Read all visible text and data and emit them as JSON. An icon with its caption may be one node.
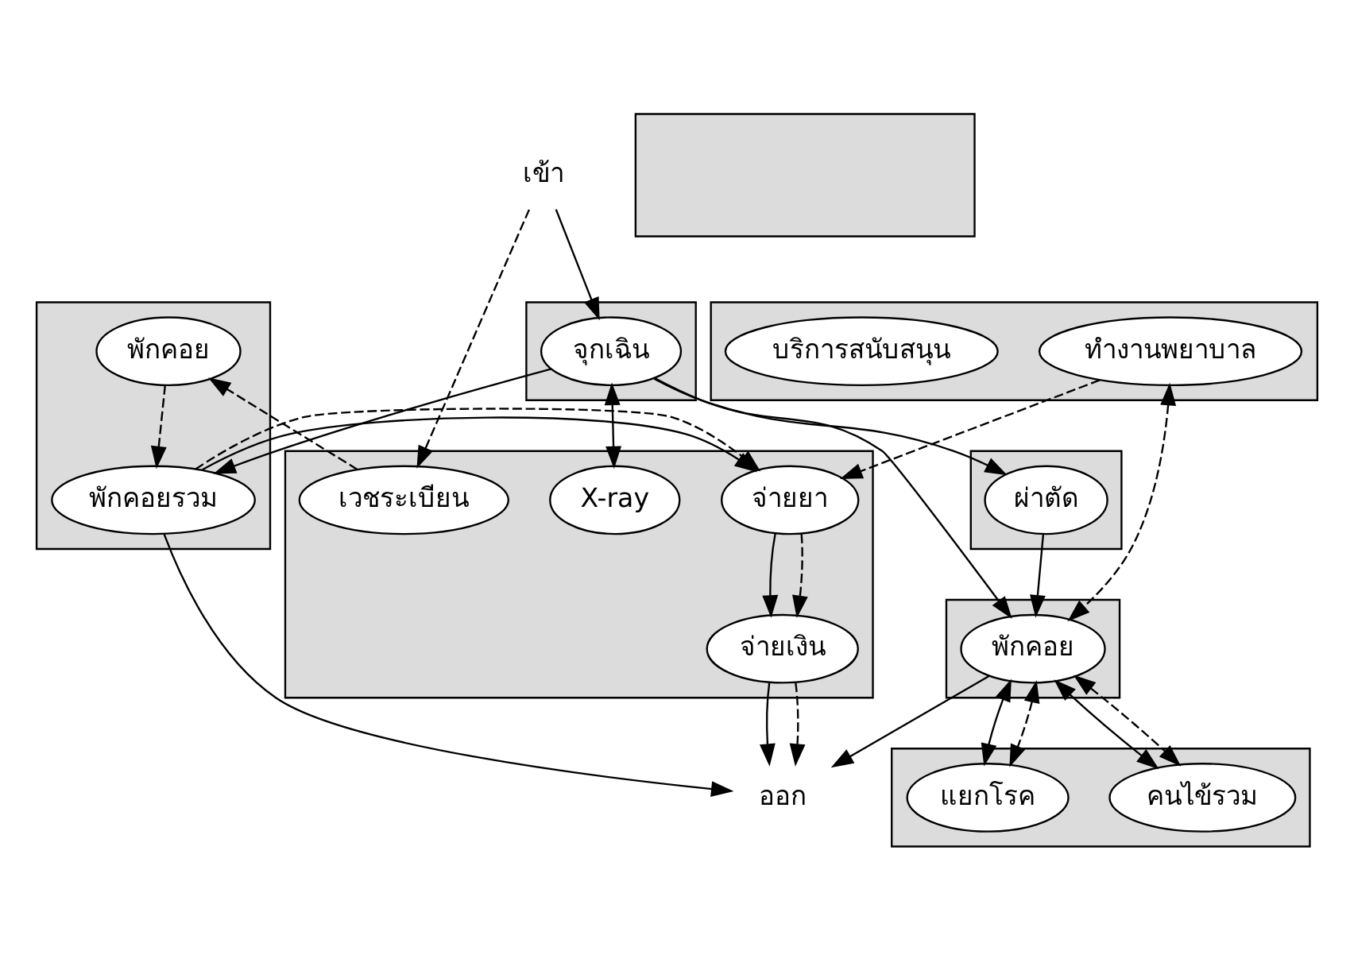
{
  "diagram": {
    "nodes": [
      {
        "text": [],
        "shape": "box"
      },
      {
        "text": [
          "ผ่าตัด"
        ],
        "in": 0
      },
      {
        "text": [],
        "shape": "box"
      },
      {
        "text": [],
        "shape": "box"
      },
      {
        "text": [
          "เวชระเบียน"
        ],
        "in": 3
      },
      {
        "text": [
          "X-ray"
        ],
        "in": 3
      },
      {
        "text": [
          "จ่ายยา"
        ],
        "in": 3
      },
      {
        "text": [
          "จ่ายเงิน"
        ],
        "in": 3
      },
      {
        "text": [],
        "shape": "box"
      },
      {
        "text": [
          "ทำงานพยาบาล"
        ],
        "in": 8
      },
      {
        "text": [
          "บริการสนับสนุน"
        ],
        "in": 8
      },
      {
        "text": [
          "เข้า"
        ]
      },
      {
        "text": [],
        "shape": "box"
      },
      {
        "text": [
          "จุกเฉิน"
        ],
        "in": 12
      },
      {
        "text": [],
        "shape": "box"
      },
      {
        "text": [
          "พักคอย"
        ],
        "in": 14
      },
      {
        "text": [],
        "shape": "box"
      },
      {
        "text": [
          "พักคอย"
        ],
        "in": 16
      },
      {
        "text": [
          "พักคอยรวม"
        ],
        "in": 16
      },
      {
        "text": [],
        "shape": "box"
      },
      {
        "text": [
          "คนไข้รวม"
        ],
        "in": 19
      },
      {
        "text": [
          "แยกโรค"
        ],
        "in": 19
      },
      {
        "text": [
          "ออก"
        ]
      }
    ],
    "edges": [
      {
        "from": 11,
        "to": 13,
        "arrow": "to"
      },
      {
        "from": 11,
        "to": 4,
        "arrow": "to",
        "style": "dashed"
      },
      {
        "from": 4,
        "to": 17,
        "arrow": "to",
        "style": "dashed"
      },
      {
        "from": 17,
        "to": 18,
        "arrow": "to",
        "style": "dashed"
      },
      {
        "from": 5,
        "to": 13,
        "arrow": "both"
      },
      {
        "from": 13,
        "to": 1,
        "arrow": "to"
      },
      {
        "from": 1,
        "to": 15,
        "arrow": "to"
      },
      {
        "from": 13,
        "to": 15,
        "arrow": "to"
      },
      {
        "from": 13,
        "to": 18,
        "arrow": "to"
      },
      {
        "from": 18,
        "to": 6,
        "arrow": "to"
      },
      {
        "from": 18,
        "to": 6,
        "arrow": "to",
        "style": "dashed"
      },
      {
        "from": 6,
        "to": 7,
        "arrow": "to"
      },
      {
        "from": 6,
        "to": 7,
        "arrow": "to",
        "style": "dashed"
      },
      {
        "from": 9,
        "to": 6,
        "arrow": "to",
        "style": "dashed"
      },
      {
        "from": 9,
        "to": 15,
        "arrow": "both",
        "style": "dashed"
      },
      {
        "from": 18,
        "to": 22,
        "arrow": "to"
      },
      {
        "from": 7,
        "to": 22,
        "arrow": "to"
      },
      {
        "from": 7,
        "to": 22,
        "arrow": "to",
        "style": "dashed"
      },
      {
        "from": 15,
        "to": 22,
        "arrow": "to"
      },
      {
        "from": 15,
        "to": 20,
        "arrow": "both"
      },
      {
        "from": 15,
        "to": 20,
        "arrow": "both",
        "style": "dashed"
      },
      {
        "from": 15,
        "to": 21,
        "arrow": "both"
      },
      {
        "from": 15,
        "to": 21,
        "arrow": "both",
        "style": "dashed"
      }
    ]
  }
}
